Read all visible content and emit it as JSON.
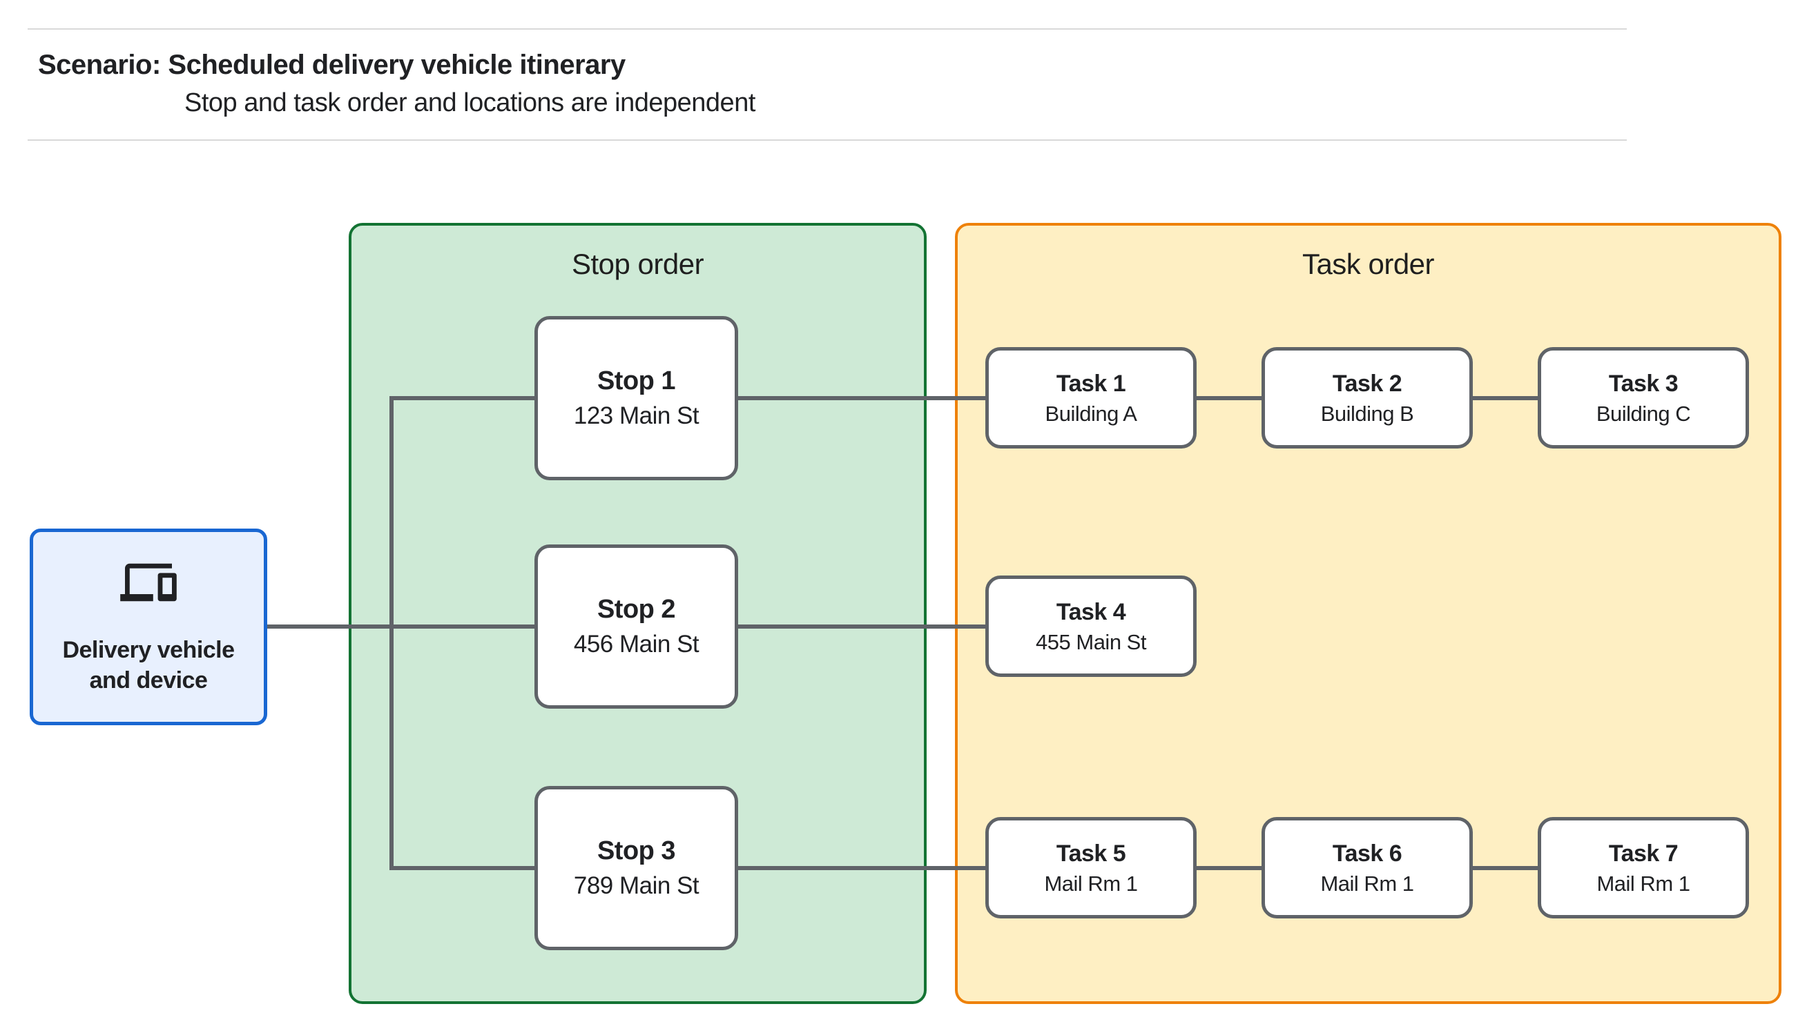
{
  "header": {
    "title_prefix": "Scenario:",
    "title_main": " Scheduled delivery vehicle itinerary",
    "subtitle": "Stop and task order and locations are independent"
  },
  "source_node": {
    "icon": "devices-icon",
    "label_line1": "Delivery vehicle",
    "label_line2": "and device"
  },
  "panels": {
    "stop_order": {
      "title": "Stop order",
      "fill": "#ceead6",
      "border": "#137333"
    },
    "task_order": {
      "title": "Task order",
      "fill": "#feefc3",
      "border": "#ee8109"
    }
  },
  "stops": [
    {
      "title": "Stop 1",
      "subtitle": "123 Main St"
    },
    {
      "title": "Stop 2",
      "subtitle": "456 Main St"
    },
    {
      "title": "Stop 3",
      "subtitle": "789 Main St"
    }
  ],
  "tasks": [
    {
      "title": "Task 1",
      "subtitle": "Building A"
    },
    {
      "title": "Task 2",
      "subtitle": "Building B"
    },
    {
      "title": "Task 3",
      "subtitle": "Building C"
    },
    {
      "title": "Task 4",
      "subtitle": "455 Main St"
    },
    {
      "title": "Task 5",
      "subtitle": "Mail Rm 1"
    },
    {
      "title": "Task 6",
      "subtitle": "Mail Rm 1"
    },
    {
      "title": "Task 7",
      "subtitle": "Mail Rm 1"
    }
  ],
  "colors": {
    "node_border": "#5f6368",
    "connector": "#5f6368",
    "text": "#202124",
    "blue_fill": "#e8f0fe",
    "blue_border": "#1967d2",
    "green_fill": "#ceead6",
    "green_border": "#137333",
    "yellow_fill": "#feefc3",
    "orange_border": "#ee8109",
    "rule": "#d9d9d9"
  }
}
